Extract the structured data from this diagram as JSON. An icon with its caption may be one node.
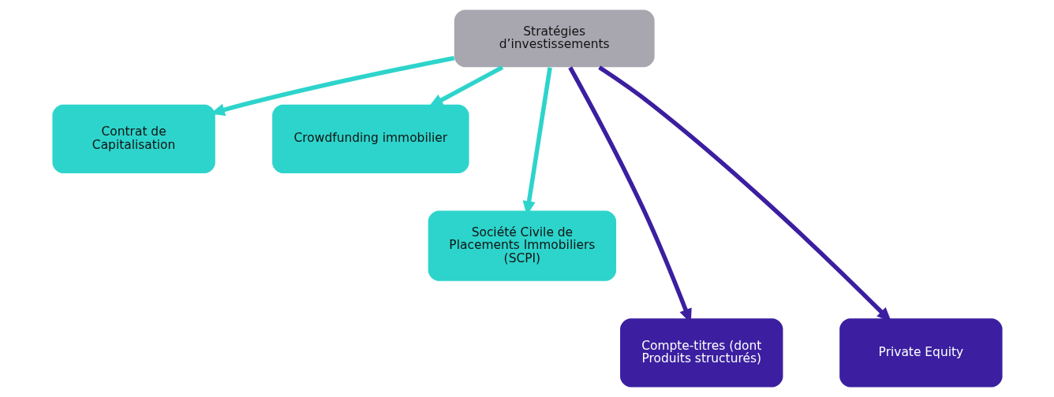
{
  "diagram": {
    "nodes": [
      {
        "text": [
          "Stratégies d’investissements"
        ]
      },
      {
        "text": [
          "Contrat de Capitalisation"
        ]
      },
      {
        "text": [
          "Crowdfunding immobilier"
        ]
      },
      {
        "text": [
          "Société Civile de Placements Immobiliers (SCPI)"
        ]
      },
      {
        "text": [
          "Compte-titres (dont Produits structurés)"
        ]
      },
      {
        "text": [
          "Private Equity"
        ]
      }
    ],
    "edges": [
      {
        "from": 0,
        "to": 1,
        "arrow": "to"
      },
      {
        "from": 0,
        "to": 4,
        "arrow": "to",
        "color": "#3b1fa0"
      },
      {
        "from": 0,
        "to": 3,
        "arrow": "to"
      },
      {
        "from": 0,
        "to": 5,
        "arrow": "to",
        "color": "#3b1fa0"
      },
      {
        "from": 0,
        "to": 2,
        "arrow": "to"
      }
    ]
  }
}
